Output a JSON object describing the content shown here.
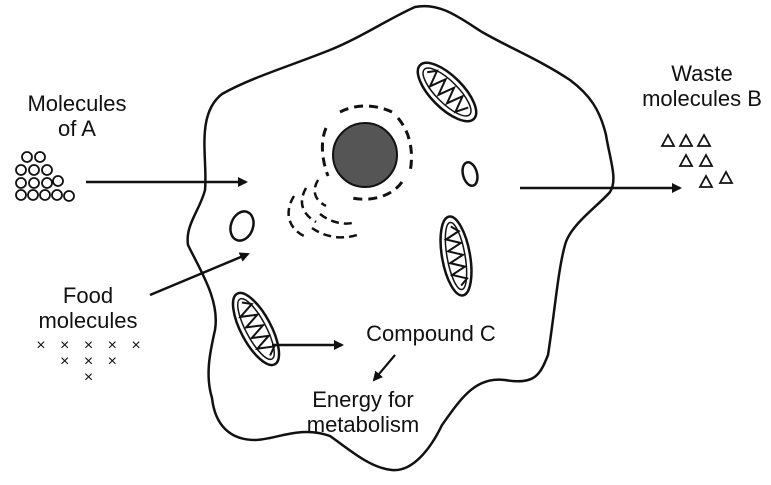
{
  "labels": {
    "molecules_a": [
      "Molecules",
      "of A"
    ],
    "waste_b": [
      "Waste",
      "molecules B"
    ],
    "food": [
      "Food",
      "molecules"
    ],
    "compound_c": "Compound C",
    "energy": [
      "Energy for",
      "metabolism"
    ]
  },
  "symbols": {
    "molecule_a": "O",
    "waste_b": "triangle",
    "food": "×"
  },
  "colors": {
    "ink": "#111111",
    "nucleus_fill": "#555555",
    "background": "#ffffff"
  }
}
